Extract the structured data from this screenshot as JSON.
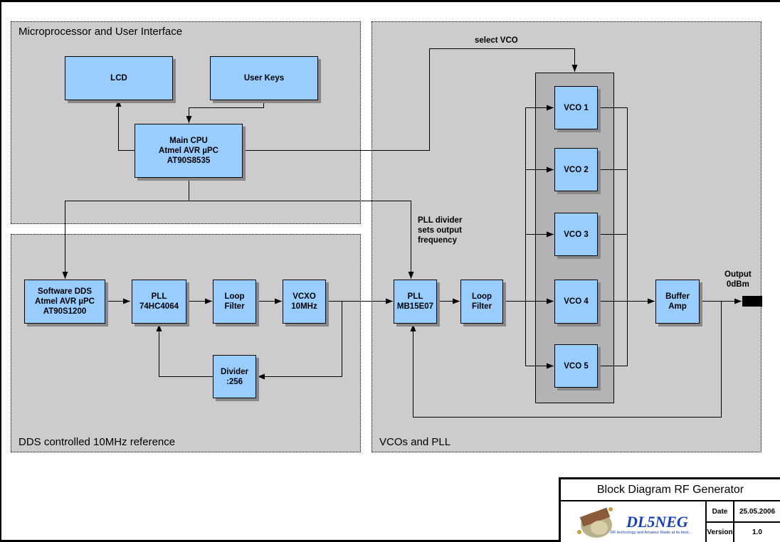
{
  "sections": {
    "micro": "Microprocessor and User Interface",
    "dds": "DDS controlled 10MHz reference",
    "vco": "VCOs and PLL"
  },
  "blocks": {
    "lcd": "LCD",
    "user_keys": "User Keys",
    "main_cpu": "Main CPU\nAtmel AVR µPC\nAT90S8535",
    "software_dds": "Software DDS\nAtmel AVR µPC\nAT90S1200",
    "pll1": "PLL\n74HC4064",
    "loop_filter1": "Loop\nFilter",
    "vcxo": "VCXO\n10MHz",
    "divider": "Divider\n:256",
    "pll2": "PLL\nMB15E07",
    "loop_filter2": "Loop\nFilter",
    "vco1": "VCO 1",
    "vco2": "VCO 2",
    "vco3": "VCO 3",
    "vco4": "VCO 4",
    "vco5": "VCO 5",
    "buffer_amp": "Buffer\nAmp"
  },
  "annotations": {
    "select_vco": "select VCO",
    "pll_divider": "PLL divider\nsets output\nfrequency",
    "output": "Output\n0dBm"
  },
  "title_block": {
    "title": "Block Diagram RF Generator",
    "logo_name": "DL5NEG",
    "logo_tagline": "RF technology and Amateur Radio at its best...",
    "date_label": "Date",
    "date_value": "25.05.2006",
    "version_label": "Version",
    "version_value": "1.0"
  },
  "colors": {
    "block_fill": "#99ccff",
    "section_fill": "#cccccc",
    "vco_group_fill": "#b3b3b3"
  }
}
